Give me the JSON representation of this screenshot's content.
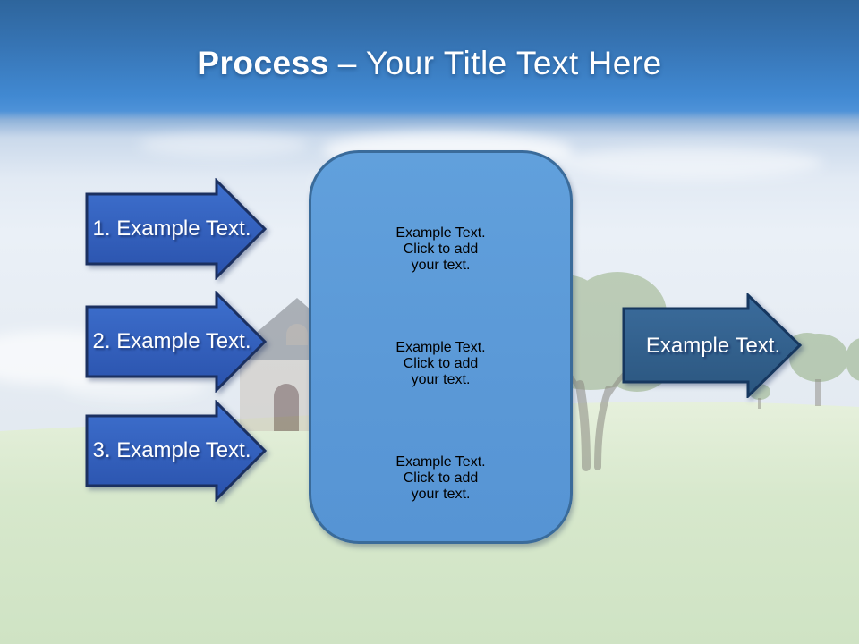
{
  "slide": {
    "title": {
      "bold": "Process",
      "separator": "–",
      "rest": "Your Title Text Here"
    }
  },
  "steps": [
    {
      "label": "1. Example Text."
    },
    {
      "label": "2. Example Text."
    },
    {
      "label": "3. Example Text."
    }
  ],
  "panel": {
    "paragraphs": [
      {
        "lines": [
          "Example Text.",
          "Click  to add",
          "your text."
        ]
      },
      {
        "lines": [
          "Example Text.",
          "Click  to add",
          "your text."
        ]
      },
      {
        "lines": [
          "Example Text.",
          "Click  to add",
          "your text."
        ]
      }
    ]
  },
  "output_arrow": {
    "label": "Example Text."
  },
  "colors": {
    "header_top": "#2E659C",
    "header_bottom": "#4189D2",
    "step_arrow_fill": "#2F5DBE",
    "step_arrow_border": "#1B3060",
    "output_arrow_fill": "#31618F",
    "output_arrow_border": "#16375F",
    "panel_fill": "#5B99D7",
    "panel_border": "#3A6B9A",
    "text": "#FFFFFF"
  }
}
